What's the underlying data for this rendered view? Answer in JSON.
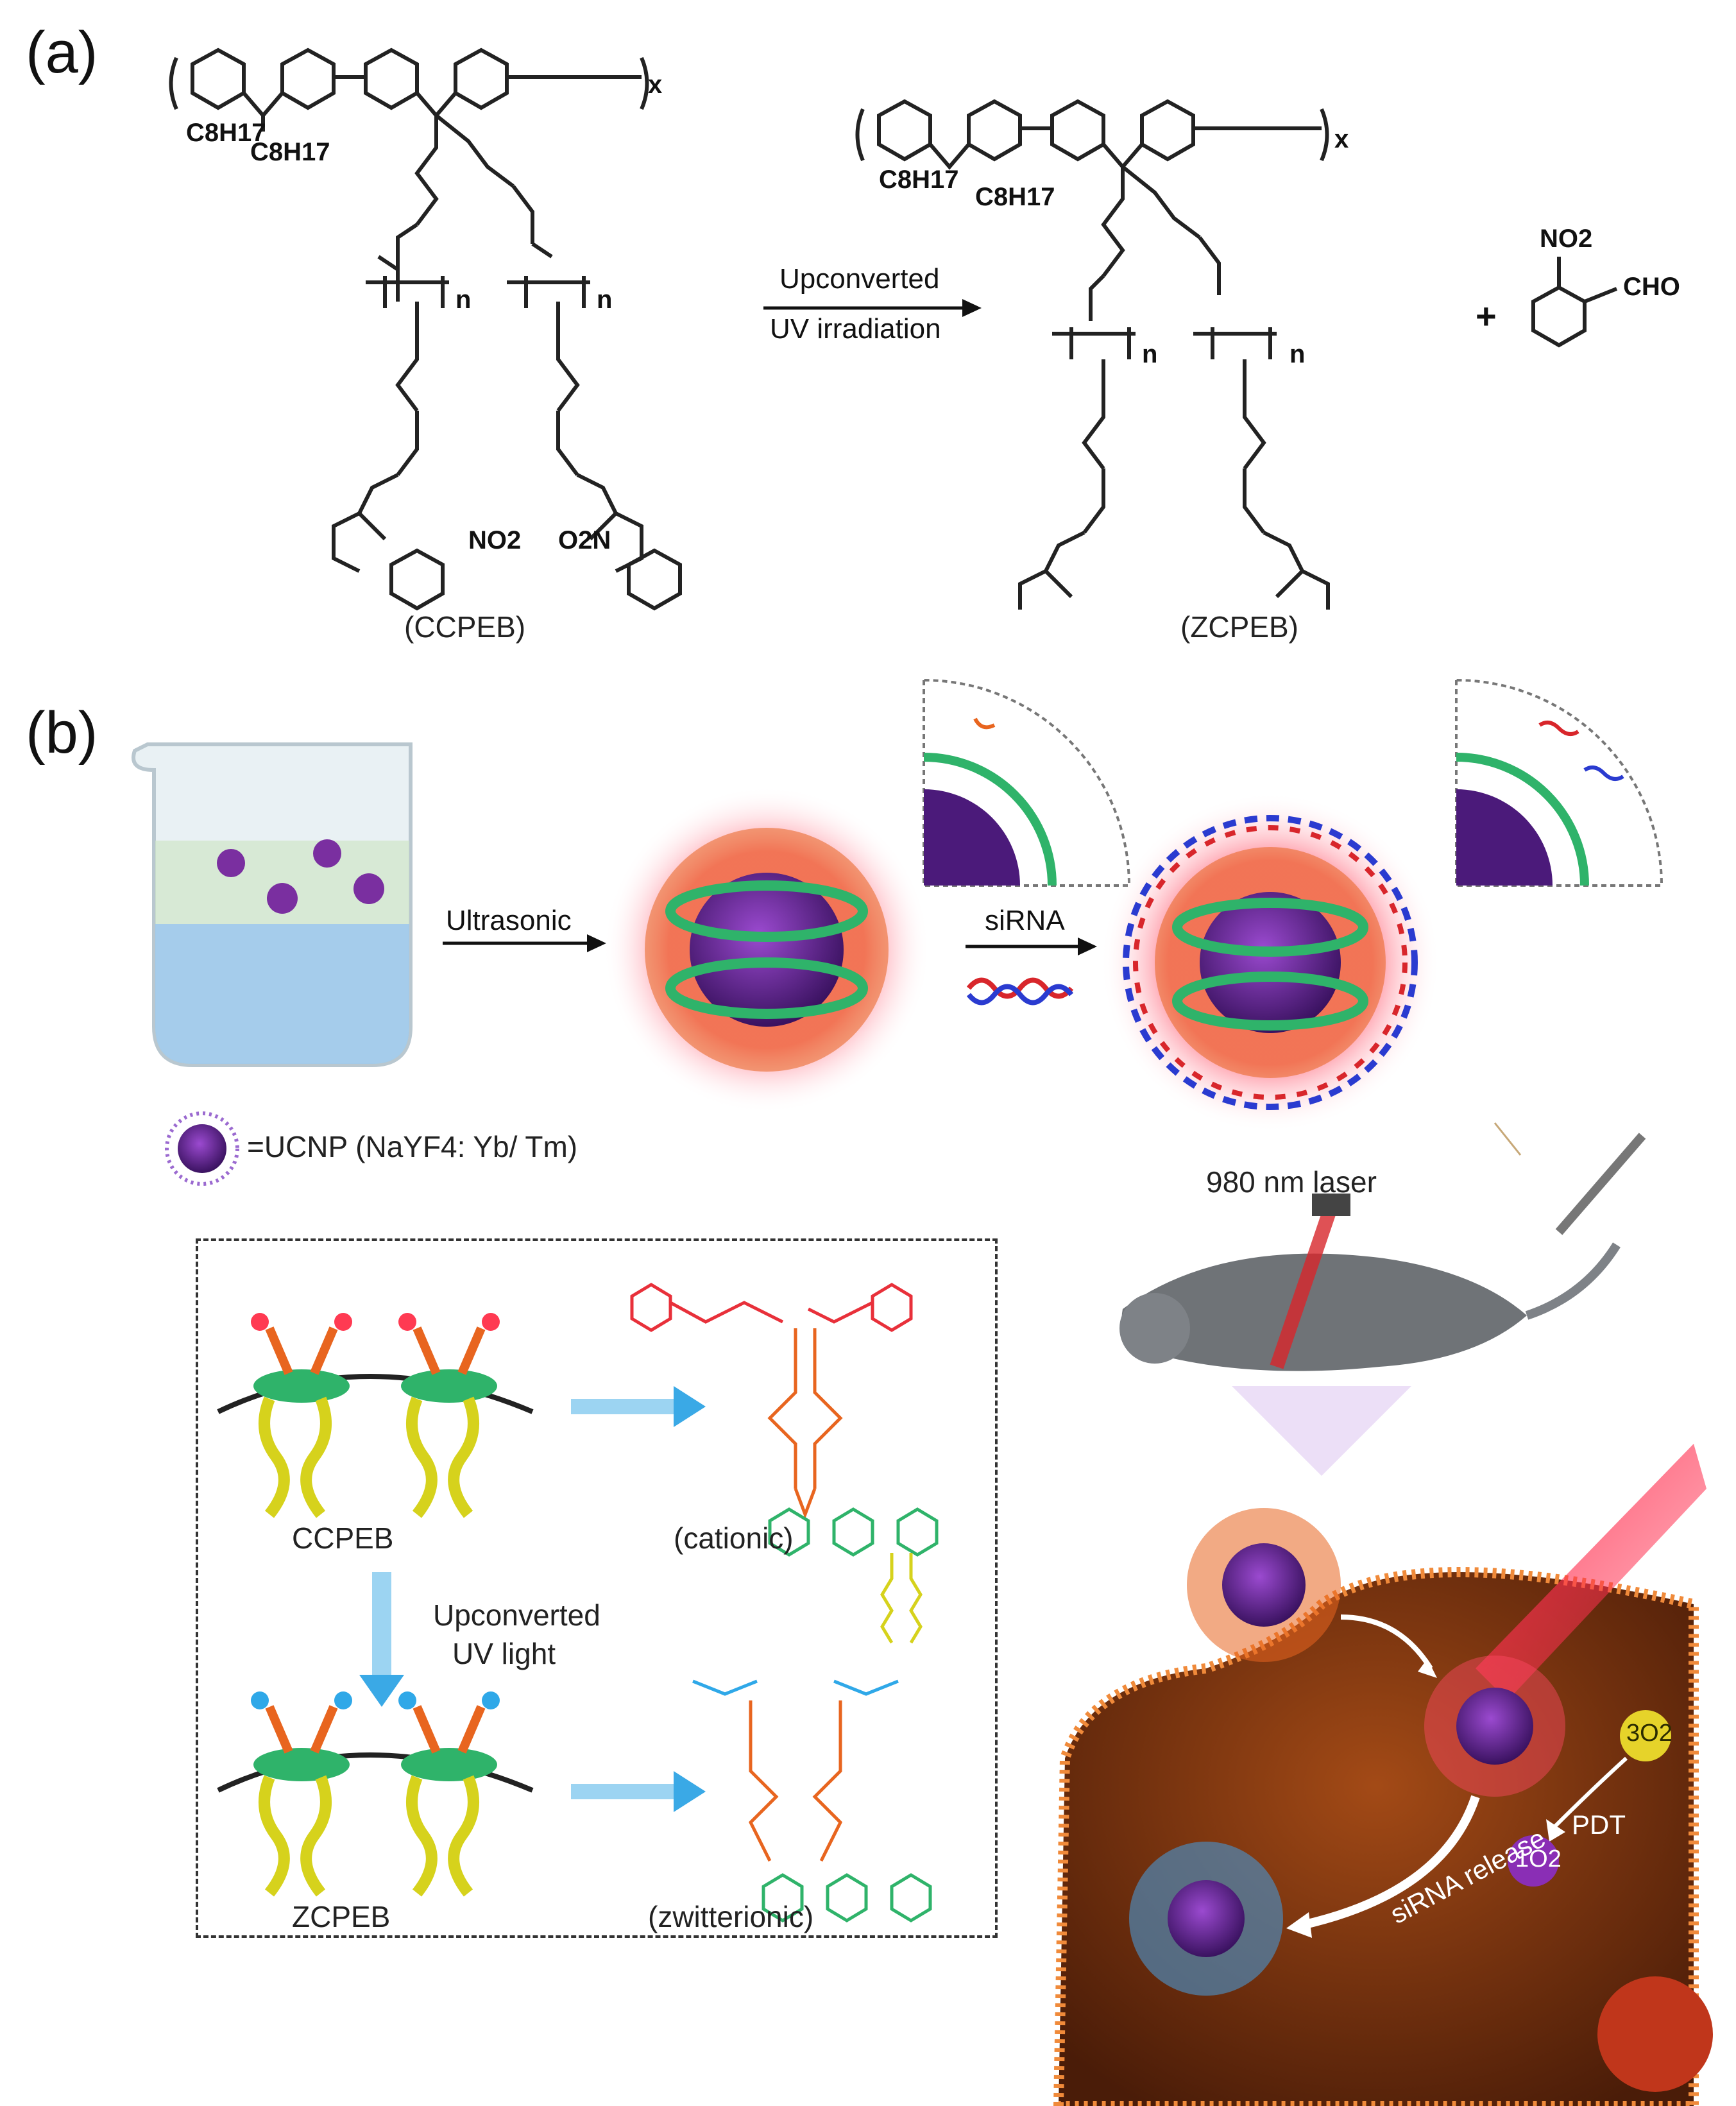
{
  "panels": {
    "a": {
      "label": "(a)",
      "left_compound": "(CCPEB)",
      "right_compound": "(ZCPEB)",
      "subscript_x": "x",
      "subscript_n": "n",
      "alkyl": "C8H17",
      "nitro": "NO2",
      "nitro_left": "O2N",
      "aldehyde": "CHO",
      "plus": "+",
      "arrow_line1": "Upconverted",
      "arrow_line2": "UV irradiation"
    },
    "b": {
      "label": "(b)",
      "ultrasonic": "Ultrasonic",
      "sirna": "siRNA",
      "ucnp_legend": "=UCNP (NaYF4: Yb/ Tm)",
      "laser": "980 nm laser",
      "ccpeb": "CCPEB",
      "zcpeb": "ZCPEB",
      "cationic": "(cationic)",
      "zwitterionic": "(zwitterionic)",
      "uv_line1": "Upconverted",
      "uv_line2": "UV light",
      "sirna_release": "siRNA release",
      "pdt": "PDT",
      "triplet_o2": "3O2",
      "singlet_o2": "1O2"
    }
  },
  "colors": {
    "purple_core": "#4b1a7a",
    "polymer_orange": "#e8651f",
    "polymer_green": "#2fb36a",
    "side_yellow": "#d6d21c",
    "rna_red": "#d8262b",
    "rna_blue": "#2a3bd0",
    "cell": "#7a3410",
    "arrow_blue": "#3aa9e6"
  }
}
